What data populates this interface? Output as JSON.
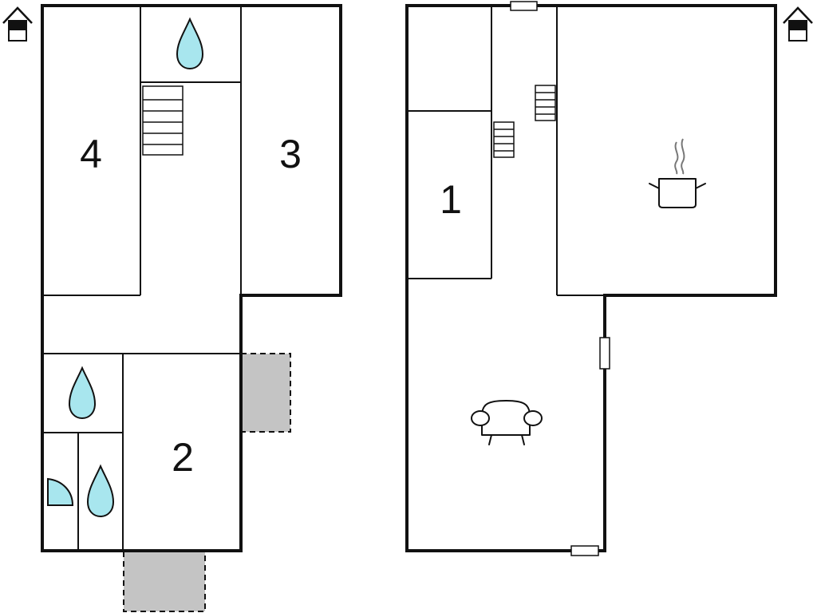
{
  "floors": [
    {
      "rooms": [
        {
          "number": "4"
        },
        {
          "number": "3"
        },
        {
          "number": "2"
        }
      ],
      "icons": [
        "water-drop-icon",
        "water-drop-icon",
        "water-drop-icon",
        "shower-icon",
        "stairs-icon",
        "house-icon"
      ]
    },
    {
      "rooms": [
        {
          "number": "1"
        }
      ],
      "icons": [
        "stairs-icon",
        "stairs-icon",
        "cooking-pot-icon",
        "armchair-icon",
        "house-icon"
      ]
    }
  ],
  "colors": {
    "wall": "#111111",
    "water": "#a8e6ee",
    "terrace": "#c4c4c4",
    "background": "#ffffff"
  }
}
